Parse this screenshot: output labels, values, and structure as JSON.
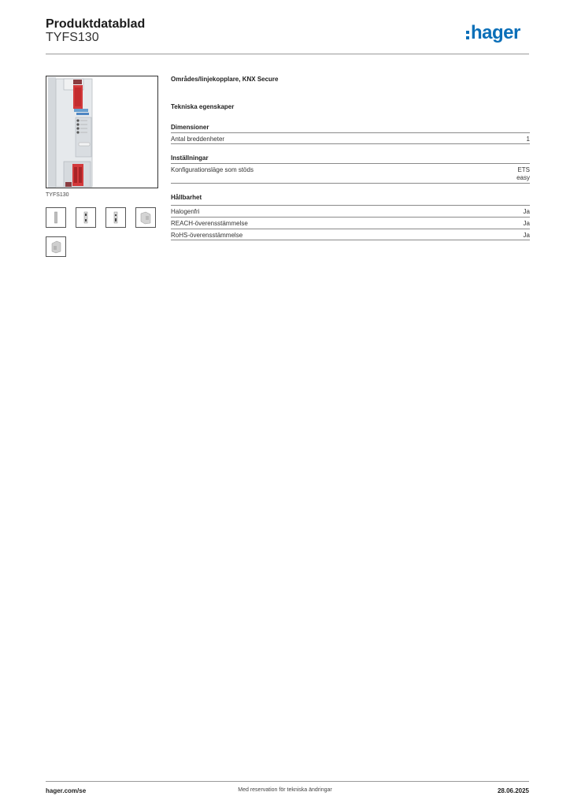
{
  "header": {
    "title": "Produktdatablad",
    "subtitle": "TYFS130",
    "brand": "hager",
    "brand_color": "#0b6fb8"
  },
  "product": {
    "image_icon": "din-rail-knx-coupler-image",
    "caption": "TYFS130",
    "thumbnails": [
      "front-view-thumbnail",
      "side-view-thumbnail",
      "side-view-alt-thumbnail",
      "angled-view-thumbnail",
      "angled-view-alt-thumbnail"
    ]
  },
  "content": {
    "title": "Områdes/linjekopplare, KNX Secure",
    "tech_heading": "Tekniska egenskaper",
    "sections": [
      {
        "heading": "Dimensioner",
        "rows": [
          {
            "label": "Antal breddenheter",
            "value": "1"
          }
        ]
      },
      {
        "heading": "Inställningar",
        "rows": [
          {
            "label": "Konfigurationsläge som stöds",
            "value": "ETS",
            "value2": "easy"
          }
        ]
      },
      {
        "heading": "Hållbarhet",
        "rows": [
          {
            "label": "Halogenfri",
            "value": "Ja"
          },
          {
            "label": "REACH-överensstämmelse",
            "value": "Ja"
          },
          {
            "label": "RoHS-överensstämmelse",
            "value": "Ja"
          }
        ]
      }
    ]
  },
  "footer": {
    "website": "hager.com/se",
    "disclaimer": "Med reservation för tekniska ändringar",
    "date": "28.06.2025"
  }
}
